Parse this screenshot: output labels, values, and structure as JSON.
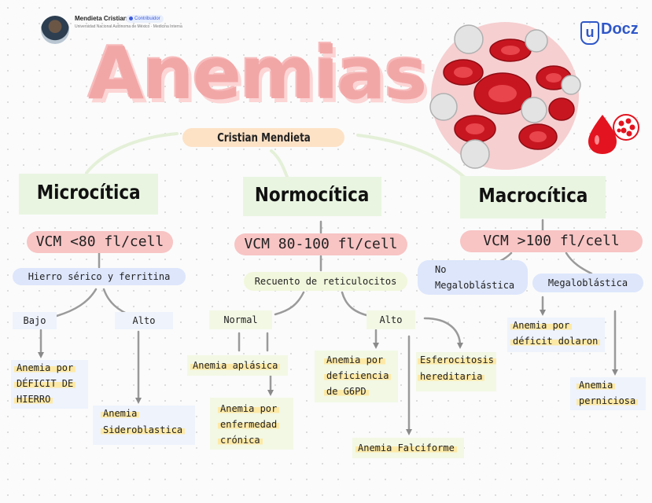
{
  "header": {
    "author_name": "Mendieta Cristian",
    "badge": "Contribuidor",
    "affiliation": "Universidad Nacional Autónoma de México · Medicina Interna",
    "logo": "Docz",
    "logo_letter": "u"
  },
  "title": "Anemias",
  "subtitle": "Cristian Mendieta",
  "micro": {
    "heading": "Microcítica",
    "vcm": "VCM <80 fl/cell",
    "pill": "Hierro sérico y ferritina",
    "bajo": "Bajo",
    "alto": "Alto",
    "bajo_lines": [
      "Anemia por",
      "DÉFICIT DE",
      "HIERRO"
    ],
    "alto_lines": [
      "Anemia",
      "Sideroblastica"
    ]
  },
  "normo": {
    "heading": "Normocítica",
    "vcm": "VCM 80-100 fl/cell",
    "pill": "Recuento de reticulocitos",
    "normal": "Normal",
    "alto": "Alto",
    "aplasica": "Anemia aplásica",
    "cronica_lines": [
      "Anemia por",
      "enfermedad",
      "crónica"
    ],
    "g6pd_lines": [
      "Anemia por",
      "deficiencia",
      "de G6PD"
    ],
    "esfero_lines": [
      "Esferocitosis",
      "hereditaria"
    ],
    "falciforme": "Anemia Falciforme"
  },
  "macro": {
    "heading": "Macrocítica",
    "vcm": "VCM >100 fl/cell",
    "no_mega_lines": [
      "No",
      "Megaloblástica"
    ],
    "mega": "Megaloblástica",
    "dolaron_lines": [
      "Anemia por",
      "déficit dolaron"
    ],
    "perniciosa_lines": [
      "Anemia",
      "perniciosa"
    ]
  },
  "colors": {
    "accent_title": "#f2a7a7",
    "vcm_pill": "#f8c4c4",
    "heading_bg": "#e9f5e1",
    "connector": "#8a8a8a"
  }
}
